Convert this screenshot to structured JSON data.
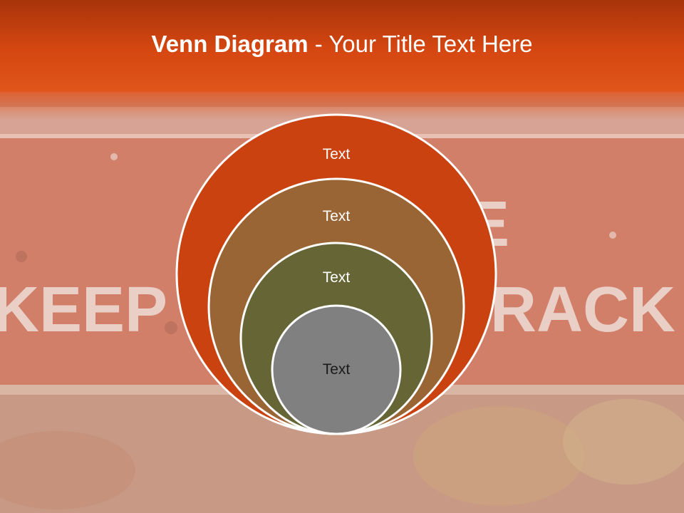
{
  "title": {
    "bold": "Venn Diagram",
    "rest": " - Your Title Text Here"
  },
  "background_photo_text": {
    "left": "KEEP",
    "right": "RACK",
    "top": "E"
  },
  "circles": [
    {
      "label": "Text",
      "color": "#c9420f",
      "text_color": "#ffffff"
    },
    {
      "label": "Text",
      "color": "#9a6534",
      "text_color": "#ffffff"
    },
    {
      "label": "Text",
      "color": "#656535",
      "text_color": "#ffffff"
    },
    {
      "label": "Text",
      "color": "#808080",
      "text_color": "#1a1a1a"
    }
  ],
  "colors": {
    "title_band": "#d64711",
    "circle_outline": "#ffffff"
  }
}
